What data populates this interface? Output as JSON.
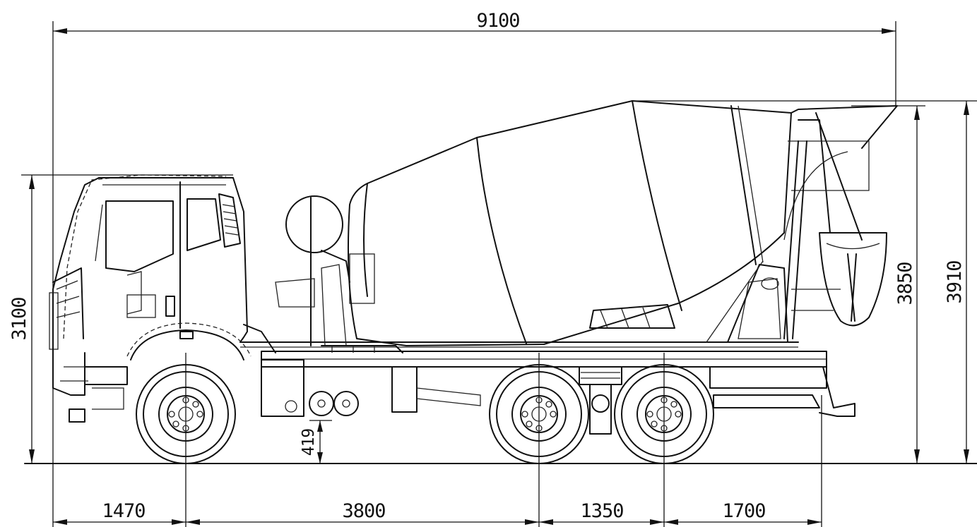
{
  "dimensions": {
    "overall_length": "9100",
    "cab_height": "3100",
    "drum_height": "3850",
    "total_height": "3910",
    "ground_clearance": "419",
    "front_overhang": "1470",
    "wheelbase_front": "3800",
    "axle_spacing": "1350",
    "rear_overhang": "1700"
  }
}
